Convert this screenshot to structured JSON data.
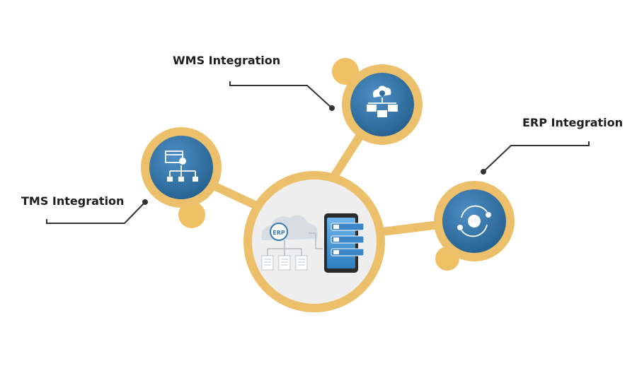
{
  "labels": {
    "wms": "WMS Integration",
    "erp": "ERP Integration",
    "tms": "TMS Integration"
  },
  "center": {
    "cloud_badge": "ERP"
  },
  "icons": {
    "wms": "cloud-gear-network-icon",
    "erp": "gear-cycle-analytics-icon",
    "tms": "workflow-gear-icon",
    "center_cloud": "erp-cloud-icon",
    "center_phone": "mobile-app-icon"
  },
  "colors": {
    "accent": "#ecc06a",
    "accent_light": "#f4c66b",
    "node_blue": "#2f6ea1",
    "node_blue_light": "#4a8ac0",
    "connector": "#333333",
    "center_fill": "#eeeeee"
  }
}
